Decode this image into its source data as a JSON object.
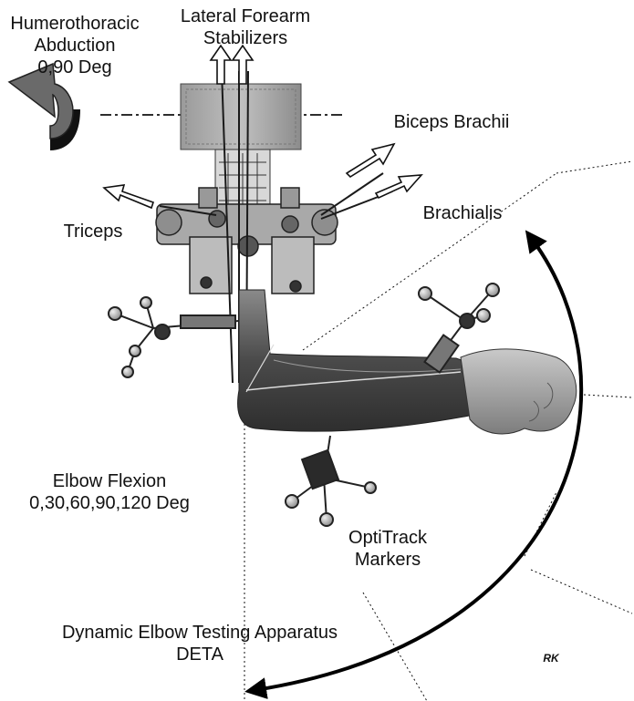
{
  "labels": {
    "humerothoracic_abduction": [
      "Humerothoracic",
      "Abduction",
      "0,90 Deg"
    ],
    "lateral_forearm_stabilizers": [
      "Lateral Forearm",
      "Stabilizers"
    ],
    "biceps_brachii": "Biceps Brachii",
    "brachialis": "Brachialis",
    "triceps": "Triceps",
    "elbow_flexion": [
      "Elbow Flexion",
      "0,30,60,90,120 Deg"
    ],
    "optitrack_markers": [
      "OptiTrack",
      "Markers"
    ],
    "apparatus": [
      "Dynamic Elbow Testing Apparatus",
      "DETA"
    ],
    "signature": "RK"
  },
  "colors": {
    "text": "#111111",
    "arm": "#6e6e6e",
    "metal": "#bdbdbd",
    "marker": "#b0b0b0",
    "arrow_fill": "#6a6a6a"
  }
}
